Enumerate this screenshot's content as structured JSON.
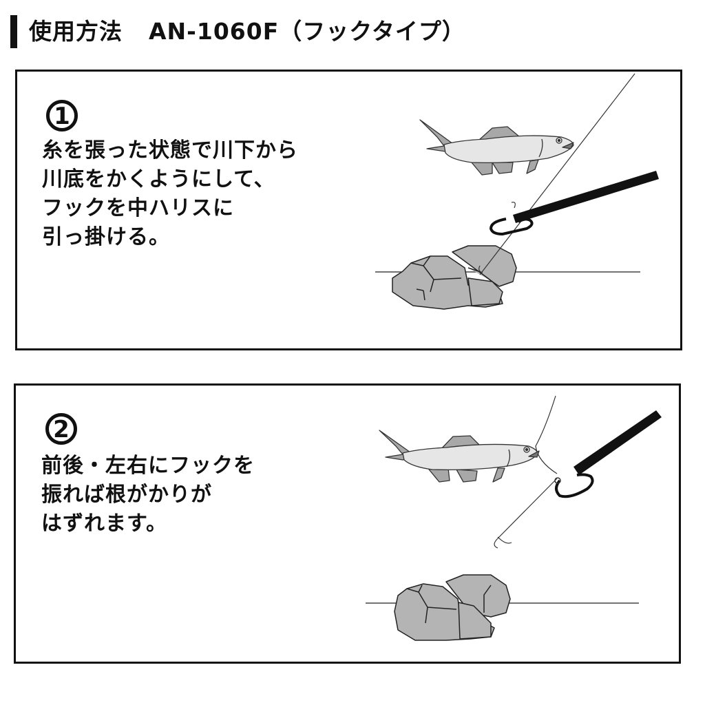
{
  "header": {
    "title_main": "使用方法",
    "title_model": "AN-1060F（フックタイプ）"
  },
  "steps": [
    {
      "number": "1",
      "lines": [
        "糸を張った状態で川下から",
        "川底をかくようにして、",
        "フックを中ハリスに",
        "引っ掛ける。"
      ],
      "illustration": "fish-hook-snag-illustration"
    },
    {
      "number": "2",
      "lines": [
        "前後・左右にフックを",
        "振れば根がかりが",
        "はずれます。"
      ],
      "illustration": "fish-hook-release-illustration"
    }
  ],
  "colors": {
    "text": "#111111",
    "rock": "#b4b4b4",
    "fish_fin": "#a8a8a8",
    "fish_body": "#e6e6e6",
    "tool": "#111111"
  }
}
